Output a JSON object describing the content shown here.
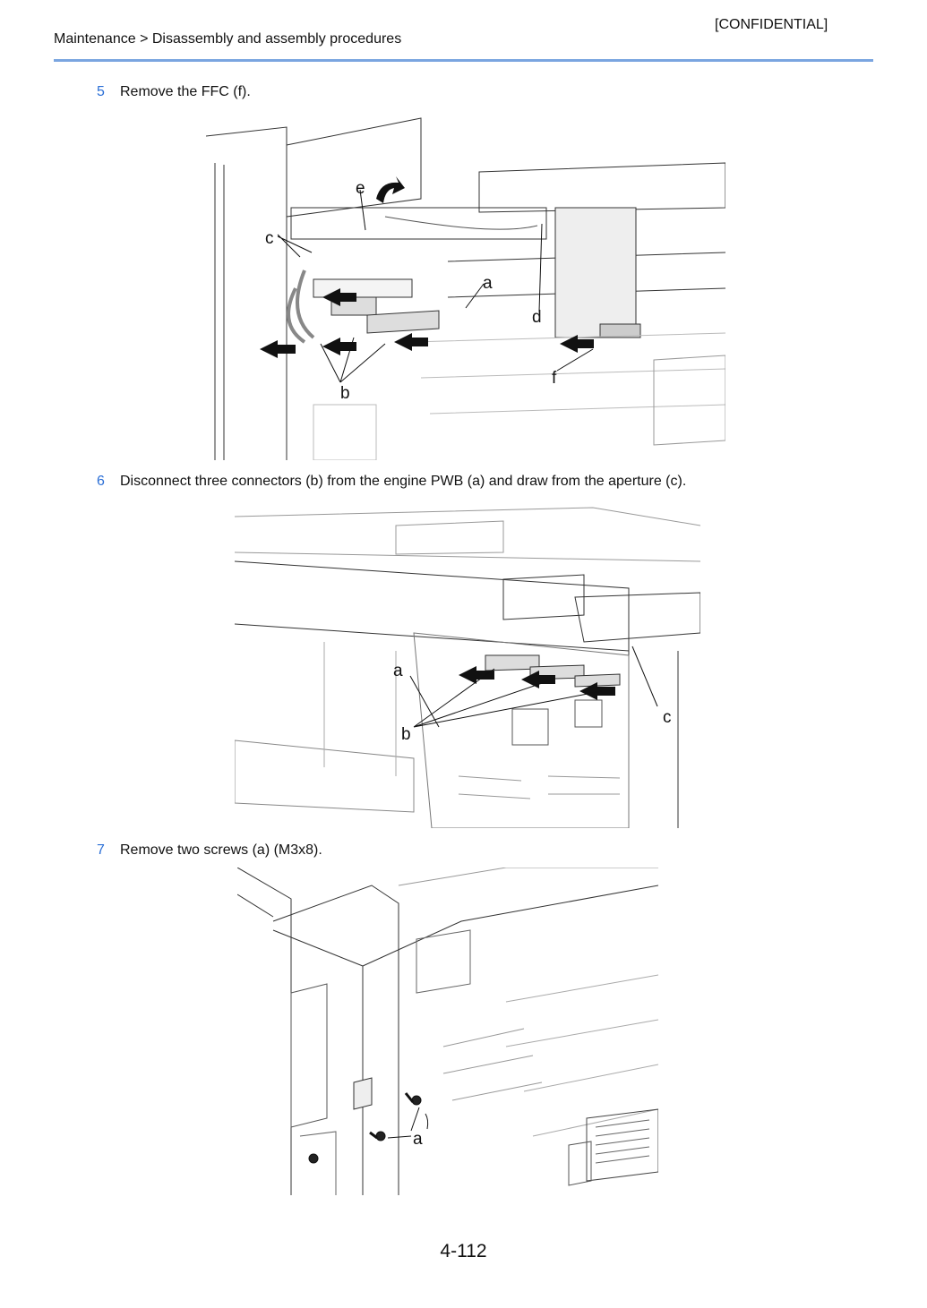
{
  "header": {
    "breadcrumb": "Maintenance > Disassembly and assembly procedures",
    "confidential": "[CONFIDENTIAL]"
  },
  "steps": [
    {
      "number": "5",
      "text": "Remove the FFC (f).",
      "labels": [
        "e",
        "c",
        "a",
        "d",
        "f",
        "b"
      ]
    },
    {
      "number": "6",
      "text": "Disconnect three connectors (b) from the engine PWB (a) and draw from the aperture (c).",
      "labels": [
        "a",
        "c",
        "b"
      ]
    },
    {
      "number": "7",
      "text": "Remove two screws (a) (M3x8).",
      "labels": [
        "a"
      ]
    }
  ],
  "page_number": "4-112"
}
